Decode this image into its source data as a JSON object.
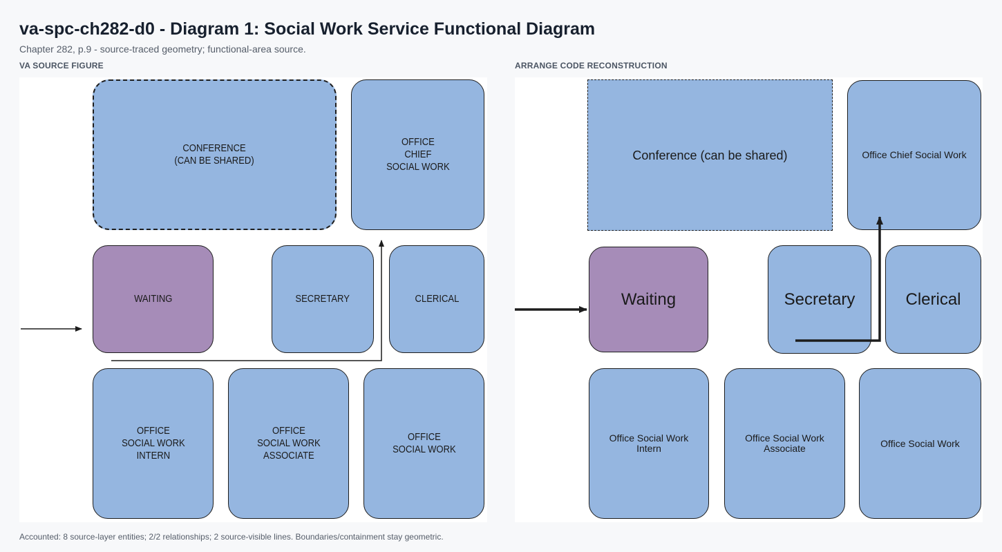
{
  "header": {
    "title": "va-spc-ch282-d0 - Diagram 1: Social Work Service Functional Diagram",
    "subtitle": "Chapter 282, p.9 - source-traced geometry; functional-area source."
  },
  "panels": {
    "source_label": "VA SOURCE FIGURE",
    "reconstruction_label": "ARRANGE CODE RECONSTRUCTION"
  },
  "source_rooms": {
    "conference": "CONFERENCE\n(CAN BE SHARED)",
    "office_chief": "OFFICE\nCHIEF\nSOCIAL WORK",
    "waiting": "WAITING",
    "secretary": "SECRETARY",
    "clerical": "CLERICAL",
    "office_intern": "OFFICE\nSOCIAL WORK\nINTERN",
    "office_associate": "OFFICE\nSOCIAL WORK\nASSOCIATE",
    "office_social_work": "OFFICE\nSOCIAL WORK"
  },
  "reconstruction_rooms": {
    "conference": "Conference (can be shared)",
    "office_chief": "Office Chief Social Work",
    "waiting": "Waiting",
    "secretary": "Secretary",
    "clerical": "Clerical",
    "office_intern": "Office Social Work Intern",
    "office_associate": "Office Social Work Associate",
    "office_social_work": "Office Social Work"
  },
  "colors": {
    "room_fill": "#95b6e0",
    "waiting_fill": "#a68cb8",
    "stroke": "#1d1d1d"
  },
  "footer": {
    "text": "Accounted: 8 source-layer entities; 2/2 relationships; 2 source-visible lines. Boundaries/containment stay geometric."
  }
}
